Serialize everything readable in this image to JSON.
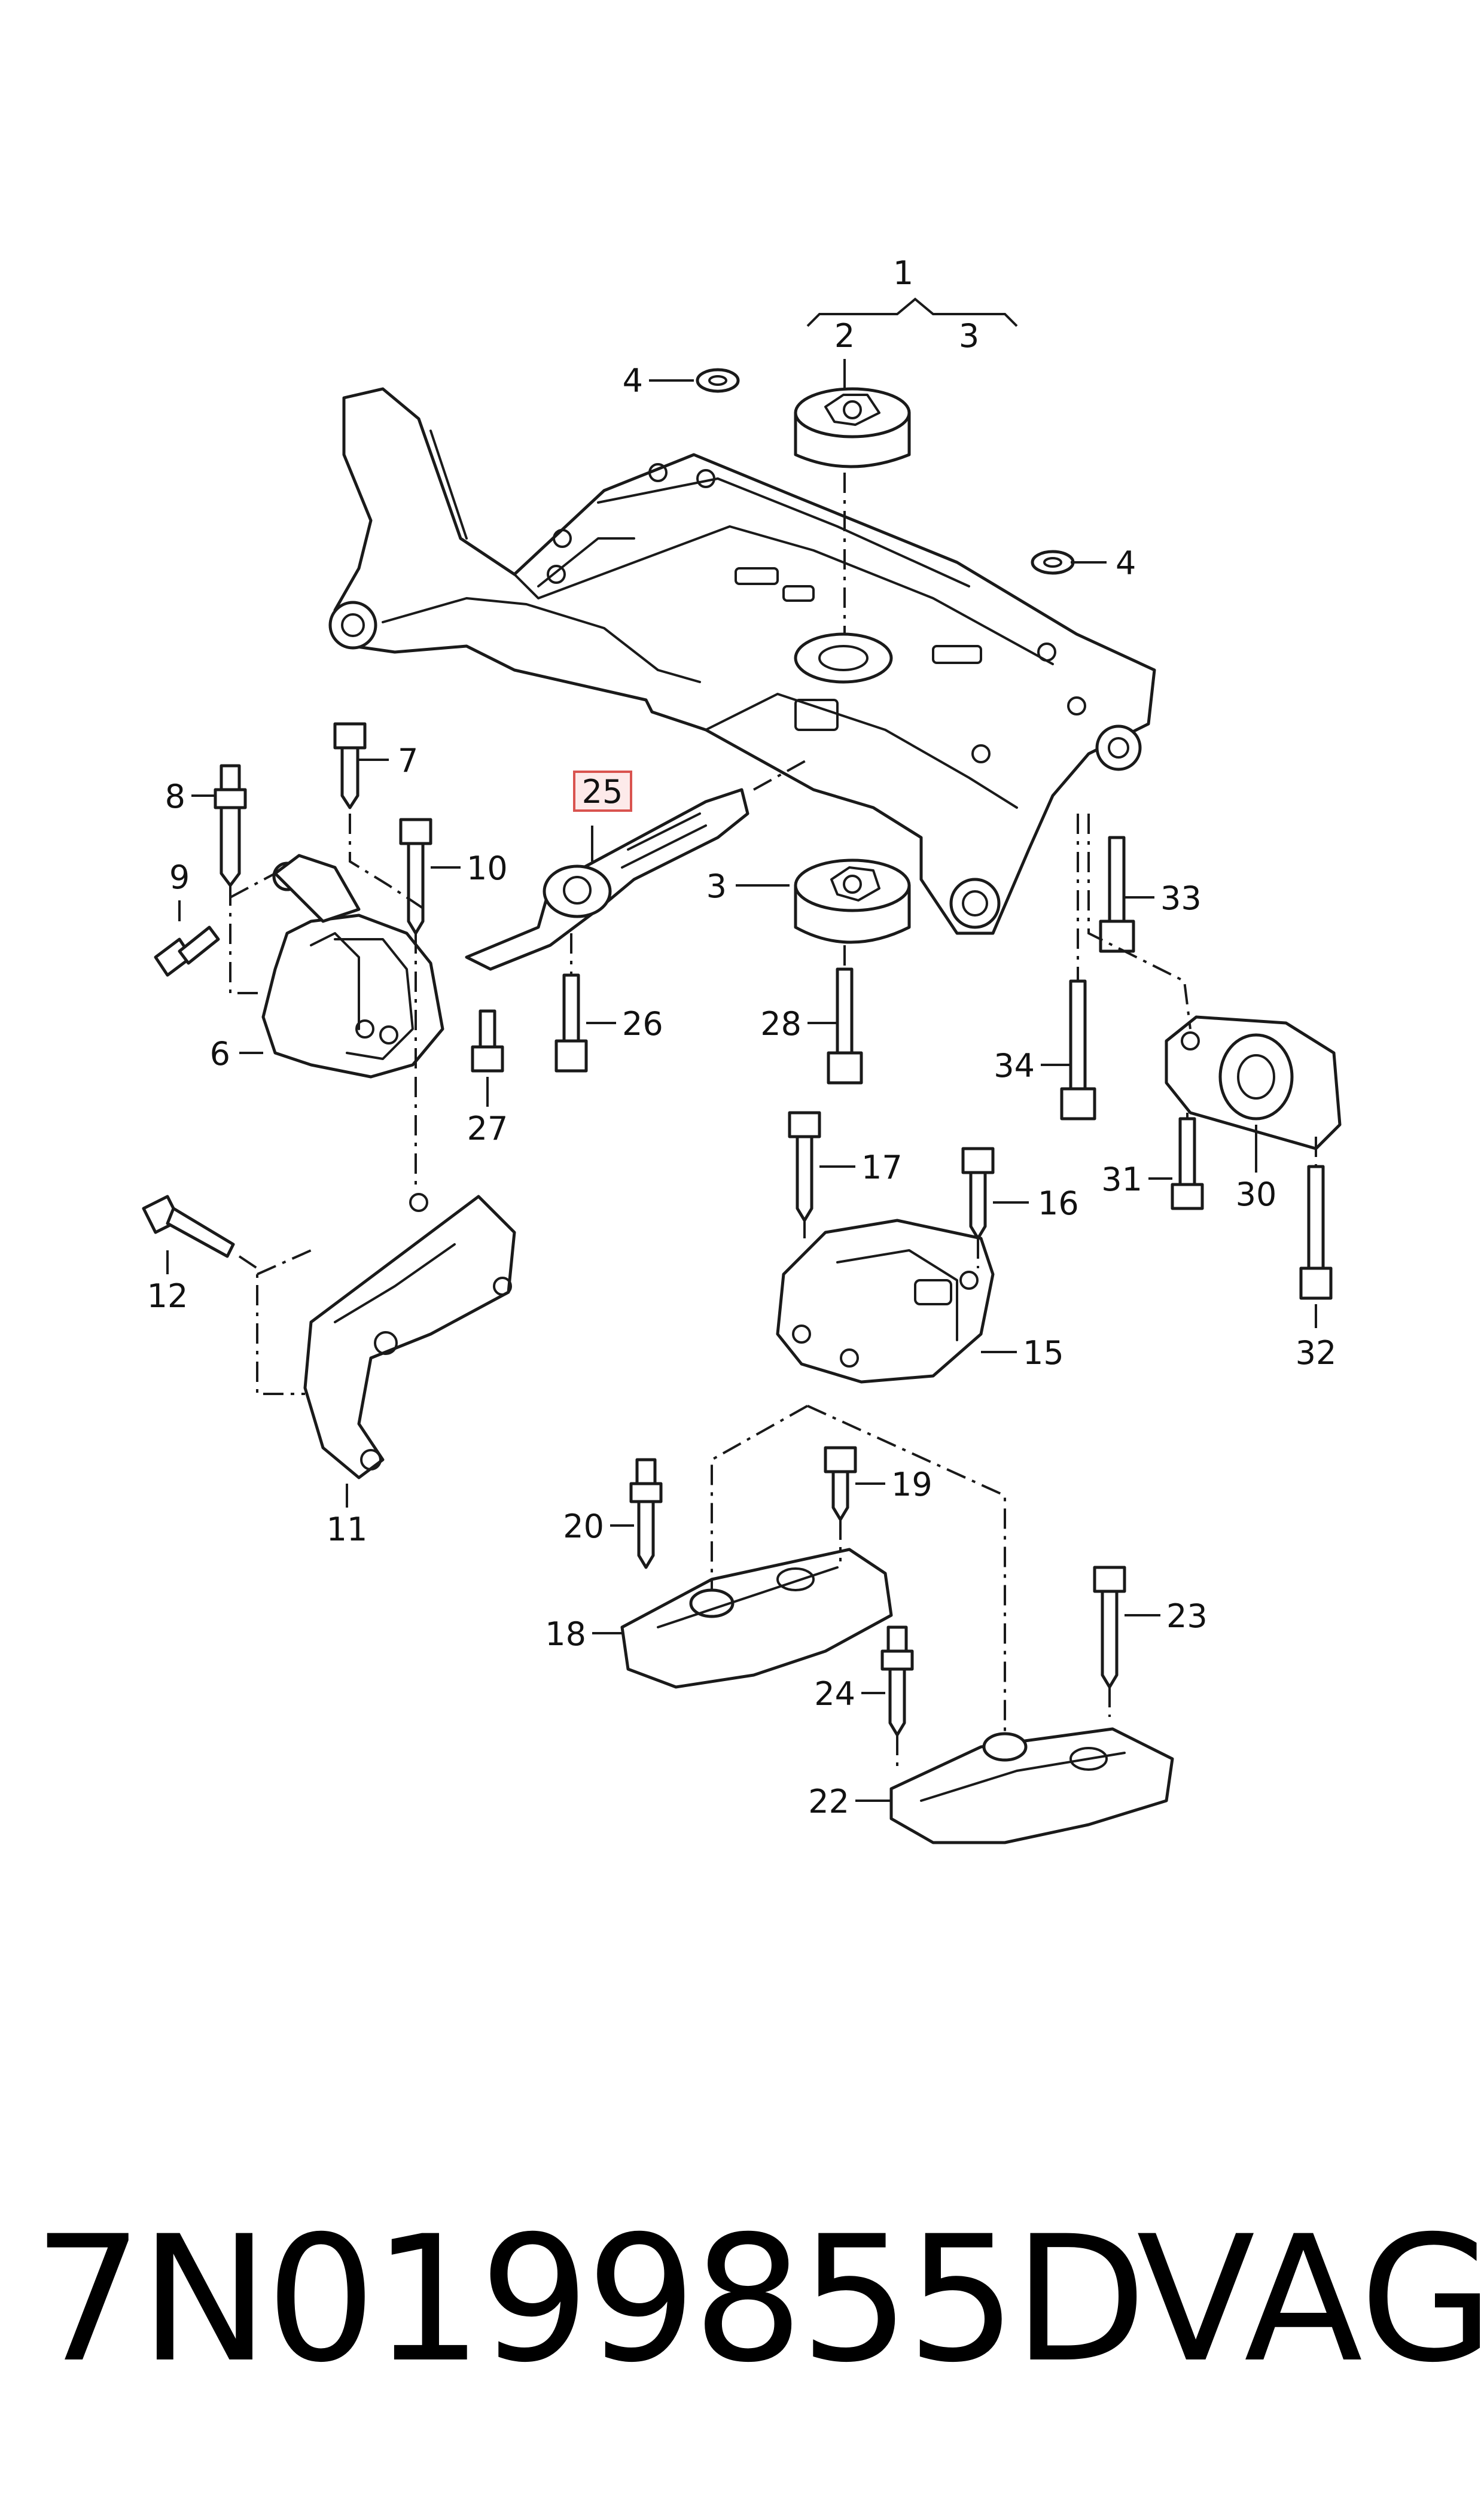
{
  "callouts": [
    {
      "id": "1",
      "text": "1"
    },
    {
      "id": "2",
      "text": "2"
    },
    {
      "id": "3a",
      "text": "3"
    },
    {
      "id": "3b",
      "text": "3"
    },
    {
      "id": "4a",
      "text": "4"
    },
    {
      "id": "4b",
      "text": "4"
    },
    {
      "id": "6",
      "text": "6"
    },
    {
      "id": "7",
      "text": "7"
    },
    {
      "id": "8",
      "text": "8"
    },
    {
      "id": "9",
      "text": "9"
    },
    {
      "id": "10",
      "text": "10"
    },
    {
      "id": "11",
      "text": "11"
    },
    {
      "id": "12",
      "text": "12"
    },
    {
      "id": "15",
      "text": "15"
    },
    {
      "id": "16",
      "text": "16"
    },
    {
      "id": "17",
      "text": "17"
    },
    {
      "id": "18",
      "text": "18"
    },
    {
      "id": "19",
      "text": "19"
    },
    {
      "id": "20",
      "text": "20"
    },
    {
      "id": "22",
      "text": "22"
    },
    {
      "id": "23",
      "text": "23"
    },
    {
      "id": "24",
      "text": "24"
    },
    {
      "id": "25",
      "text": "25",
      "highlighted": true
    },
    {
      "id": "26",
      "text": "26"
    },
    {
      "id": "27",
      "text": "27"
    },
    {
      "id": "28",
      "text": "28"
    },
    {
      "id": "30",
      "text": "30"
    },
    {
      "id": "31",
      "text": "31"
    },
    {
      "id": "32",
      "text": "32"
    },
    {
      "id": "33",
      "text": "33"
    },
    {
      "id": "34",
      "text": "34"
    }
  ],
  "footer": {
    "part_number": "7N0199855D",
    "brand": "VAG"
  },
  "colors": {
    "line": "#1a1a1a",
    "highlight_fill": "#fdeaea",
    "highlight_border": "#d9534f"
  }
}
